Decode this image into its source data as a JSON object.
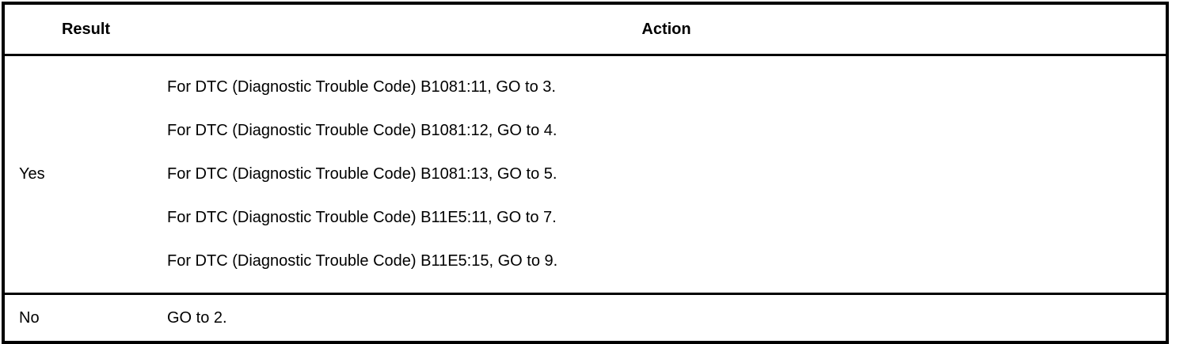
{
  "table": {
    "name": "diagnostic-result-action-table",
    "headers": {
      "result": "Result",
      "action": "Action"
    },
    "rows": [
      {
        "result": "Yes",
        "actions": [
          "For DTC (Diagnostic Trouble Code) B1081:11, GO to 3.",
          "For DTC (Diagnostic Trouble Code) B1081:12, GO to 4.",
          "For DTC (Diagnostic Trouble Code) B1081:13, GO to 5.",
          "For DTC (Diagnostic Trouble Code) B11E5:11, GO to 7.",
          "For DTC (Diagnostic Trouble Code) B11E5:15, GO to 9."
        ]
      },
      {
        "result": "No",
        "actions": [
          "GO to 2."
        ]
      }
    ]
  },
  "style": {
    "border_color": "#000000",
    "text_color": "#000000",
    "background": "#ffffff"
  }
}
